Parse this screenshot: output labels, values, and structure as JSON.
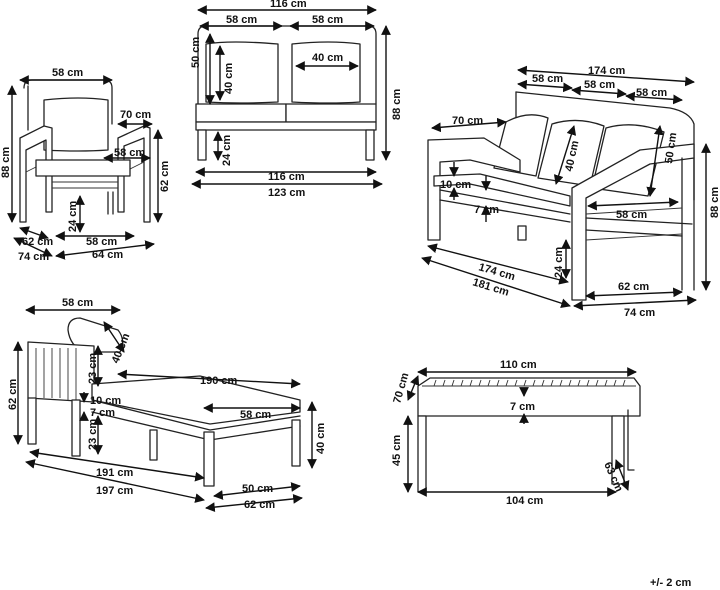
{
  "armchair": {
    "width": "58 cm",
    "arm_depth": "70 cm",
    "seat_depth": "58 cm",
    "height": "88 cm",
    "arm_height": "62 cm",
    "seat_height": "24 cm",
    "inner_width": "58 cm",
    "depth_front": "62 cm",
    "depth_total": "74 cm",
    "width_total": "64 cm"
  },
  "loveseat": {
    "width_top": "116 cm",
    "seat_left": "58 cm",
    "seat_right": "58 cm",
    "back_height": "50 cm",
    "cushion_height": "40 cm",
    "cushion_width": "40 cm",
    "height": "88 cm",
    "seat_height": "24 cm",
    "inner_width": "116 cm",
    "width_total": "123 cm"
  },
  "sofa": {
    "width_total_top": "174 cm",
    "seat_1": "58 cm",
    "seat_2": "58 cm",
    "seat_3": "58 cm",
    "arm_depth": "70 cm",
    "cushion_thickness": "10 cm",
    "frame_gap": "7 cm",
    "cushion_height": "40 cm",
    "back_height": "50 cm",
    "seat_depth": "58 cm",
    "height": "88 cm",
    "seat_height": "24 cm",
    "inner_length": "174 cm",
    "length_total": "181 cm",
    "depth_front": "62 cm",
    "depth_total": "74 cm"
  },
  "lounger": {
    "back_width": "58 cm",
    "pillow": "40 cm",
    "back_upper": "23 cm",
    "height": "62 cm",
    "length": "190 cm",
    "cushion_thickness": "10 cm",
    "frame_gap": "7 cm",
    "seat_width": "58 cm",
    "leg_height": "23 cm",
    "seat_height": "40 cm",
    "inner_length": "191 cm",
    "length_total": "197 cm",
    "inner_width": "50 cm",
    "width_total": "62 cm"
  },
  "table": {
    "length_top": "110 cm",
    "depth_top": "70 cm",
    "slat_gap": "7 cm",
    "height": "45 cm",
    "depth_base": "63 cm",
    "length_base": "104 cm"
  },
  "tolerance": "+/- 2 cm"
}
